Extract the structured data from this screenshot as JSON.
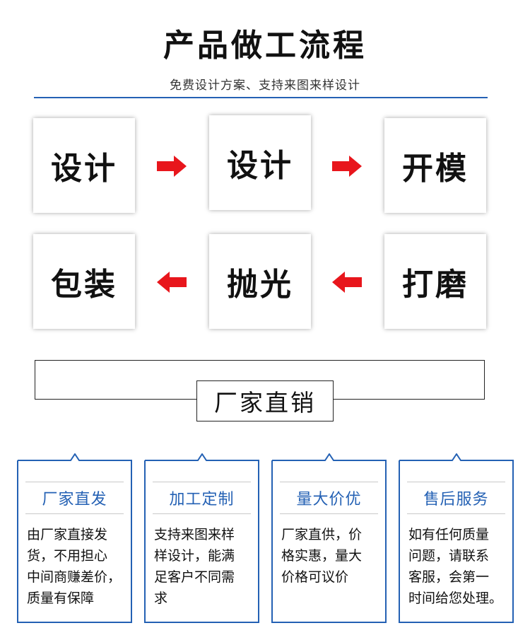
{
  "header": {
    "title": "产品做工流程",
    "subtitle": "免费设计方案、支持来图来样设计",
    "accent_color": "#2461b4"
  },
  "process": {
    "arrow_color": "#e8161c",
    "row1": [
      {
        "label": "设计"
      },
      {
        "label": "设计"
      },
      {
        "label": "开模"
      }
    ],
    "row1_arrows": [
      "arrow-right-icon",
      "arrow-right-icon"
    ],
    "row2": [
      {
        "label": "包装"
      },
      {
        "label": "抛光"
      },
      {
        "label": "打磨"
      }
    ],
    "row2_arrows": [
      "arrow-left-icon",
      "arrow-left-icon"
    ]
  },
  "factory_direct": {
    "label": "厂家直销"
  },
  "features": [
    {
      "title": "厂家直发",
      "lines": [
        "由厂家直接发",
        "货，不用担心",
        "中间商赚差价，",
        "质量有保障"
      ]
    },
    {
      "title": "加工定制",
      "lines": [
        "支持来图来样",
        "样设计，能满",
        "足客户不同需",
        "求"
      ]
    },
    {
      "title": "量大价优",
      "lines": [
        "厂家直供，价",
        "格实惠，量大",
        "价格可议价"
      ]
    },
    {
      "title": "售后服务",
      "lines": [
        "如有任何质量",
        "问题，请联系",
        "客服，会第一",
        "时间给您处理。"
      ]
    }
  ]
}
